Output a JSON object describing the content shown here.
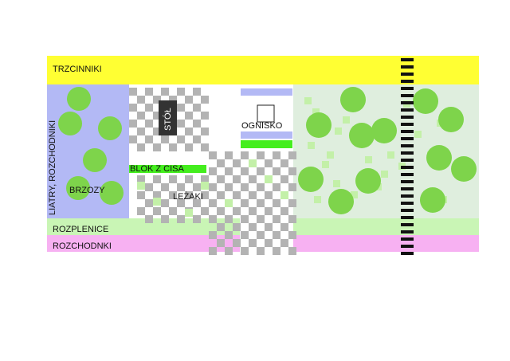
{
  "labels": {
    "trzcinniki": "TRZCINNIKI",
    "liatry": "LIATRY, ROZCHODNIKI",
    "brzozy": "BRZOZY",
    "stol": "STÓŁ",
    "ognisko": "OGNISKO",
    "blok": "BLOK Z CISA",
    "lezaki": "LEŻAKI",
    "rozplenice": "ROZPLENICE",
    "rozchodnki": "ROZCHODNKI"
  },
  "colors": {
    "trzcinniki": "#ffff33",
    "liatry": "#b3b9f5",
    "meadow": "#dfeede",
    "rozplenice": "#c9f5b5",
    "rozchodnki": "#f7b1f2",
    "tree": "#7ed44b",
    "bright_green": "#44ee1e",
    "checker": "#b3b3b3",
    "light_green_square": "#c3f0a8",
    "table": "#333333"
  }
}
